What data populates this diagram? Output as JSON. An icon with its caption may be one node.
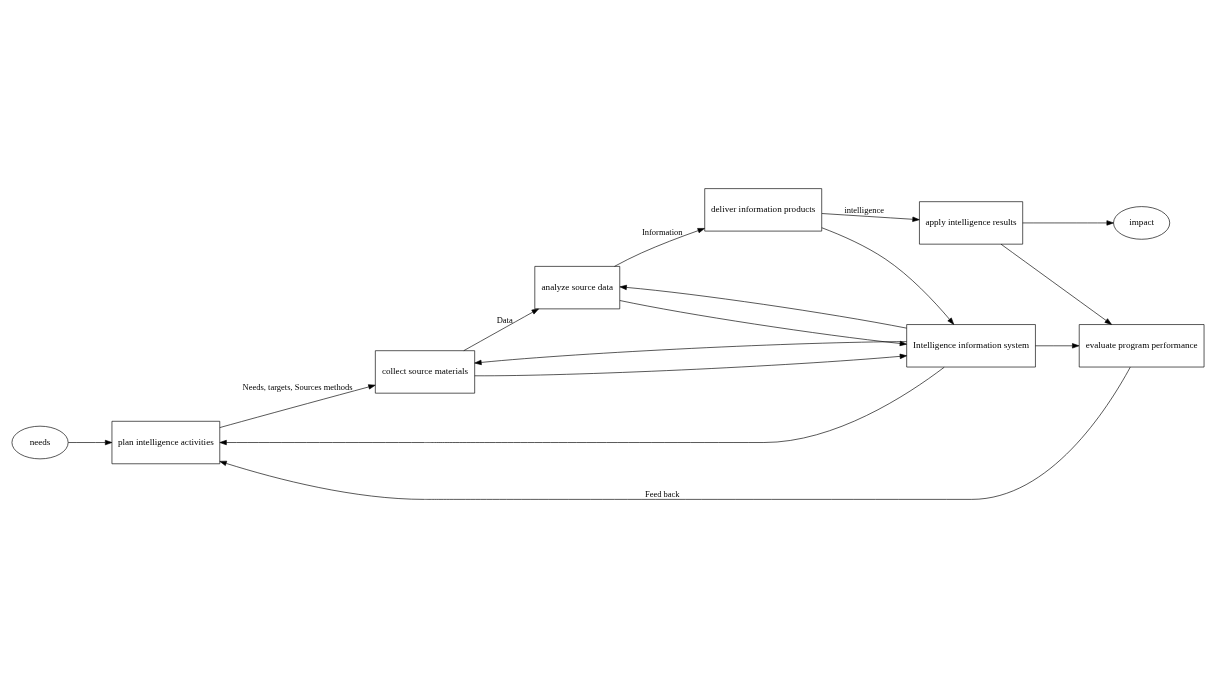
{
  "diagram": {
    "nodes": [
      {
        "text": [
          "needs"
        ]
      },
      {
        "text": [
          "plan intelligence activities"
        ]
      },
      {
        "text": [
          "collect source materials"
        ]
      },
      {
        "text": [
          "analyze source data"
        ]
      },
      {
        "text": [
          "Intelligence information system"
        ]
      },
      {
        "text": [
          "deliver information products"
        ]
      },
      {
        "text": [
          "evaluate program performance"
        ]
      },
      {
        "text": [
          "apply intelligence results"
        ]
      },
      {
        "text": [
          "impact"
        ]
      }
    ],
    "edges": [
      {
        "from": 0,
        "to": 1,
        "arrow": "to"
      },
      {
        "from": 1,
        "to": 2,
        "arrow": "to",
        "label": "Needs, targets, Sources methods"
      },
      {
        "from": 2,
        "to": 3,
        "arrow": "to",
        "label": "Data"
      },
      {
        "from": 4,
        "to": 2,
        "arrow": "to"
      },
      {
        "from": 2,
        "to": 4,
        "arrow": "to"
      },
      {
        "from": 3,
        "to": 4,
        "arrow": "to"
      },
      {
        "from": 4,
        "to": 3,
        "arrow": "to"
      },
      {
        "from": 3,
        "to": 5,
        "arrow": "to",
        "label": "Information"
      },
      {
        "from": 5,
        "to": 4,
        "arrow": "to"
      },
      {
        "from": 4,
        "to": 1,
        "arrow": "to"
      },
      {
        "from": 4,
        "to": 6,
        "arrow": "to"
      },
      {
        "from": 5,
        "to": 7,
        "arrow": "to",
        "label": "intelligence"
      },
      {
        "from": 7,
        "to": 6,
        "arrow": "to"
      },
      {
        "from": 6,
        "to": 1,
        "arrow": "to",
        "label": "Feed back"
      },
      {
        "from": 7,
        "to": 8,
        "arrow": "to"
      }
    ]
  }
}
